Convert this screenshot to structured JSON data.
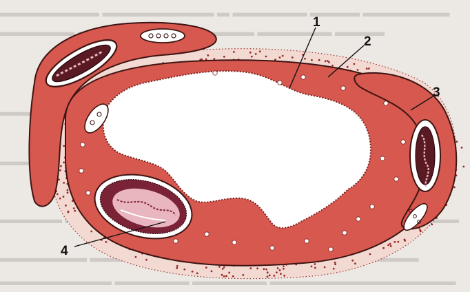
{
  "labels": {
    "l1": "1",
    "l2": "2",
    "l3": "3",
    "l4": "4"
  },
  "colors": {
    "background": "#ece8e3",
    "tissue": "#d6584e",
    "tissue_dark": "#b43d36",
    "outline": "#3d1412",
    "dots": "#9a2b28",
    "lumen": "#ffffff",
    "nucleus_dark": "#5a1a24",
    "nucleus_pink": "#e9b5bf"
  }
}
